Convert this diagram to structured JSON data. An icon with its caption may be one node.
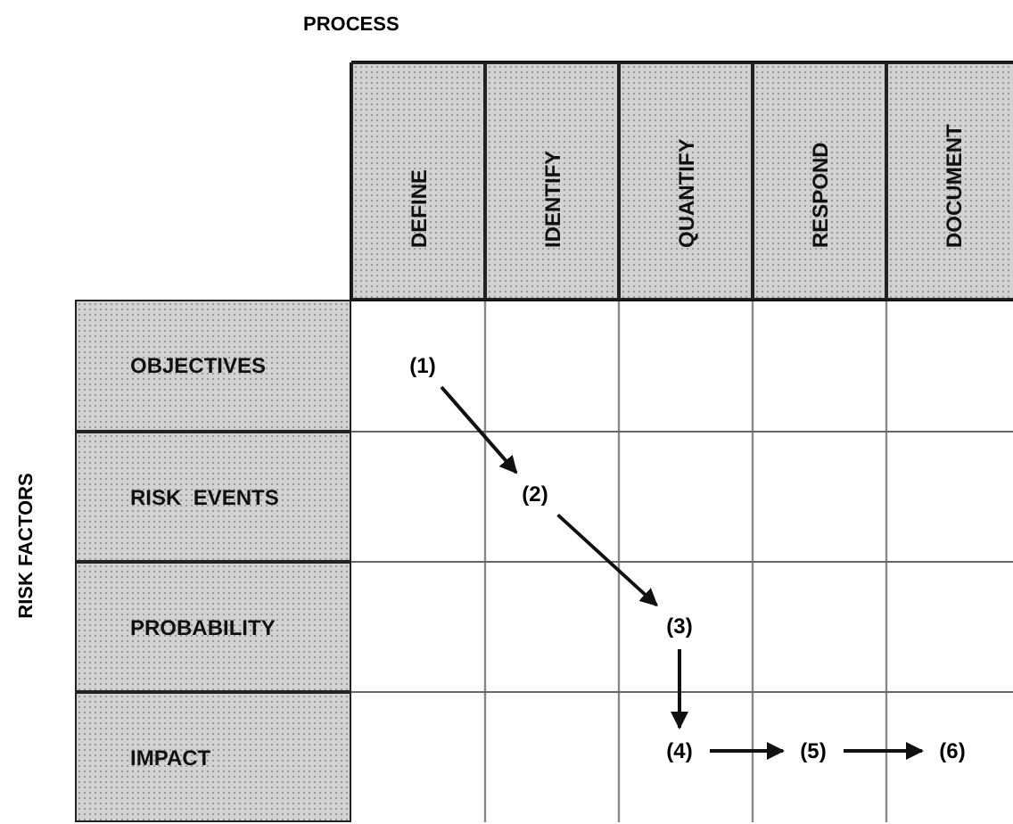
{
  "diagram": {
    "nodes": [
      {
        "text": [
          "DEFINE"
        ]
      },
      {
        "text": [
          "IDENTIFY"
        ]
      },
      {
        "text": [
          "QUANTIFY"
        ]
      },
      {
        "text": [
          "RESPOND"
        ]
      },
      {
        "text": [
          "DOCUMENT"
        ]
      },
      {
        "text": [
          "OBJECTIVES"
        ]
      },
      {
        "text": [
          "RISK  EVENTS"
        ]
      },
      {
        "text": [
          "PROBABILITY"
        ]
      },
      {
        "text": [
          "IMPACT"
        ]
      },
      {
        "text": [
          "(1)"
        ]
      },
      {
        "text": [
          "(2)"
        ]
      },
      {
        "text": [
          "(3)"
        ]
      },
      {
        "text": [
          "(4)"
        ]
      },
      {
        "text": [
          "(5)"
        ]
      },
      {
        "text": [
          "(6)"
        ]
      }
    ],
    "edges": [
      {
        "from": 9,
        "to": 10,
        "arrow": "to"
      },
      {
        "from": 10,
        "to": 11,
        "arrow": "to"
      },
      {
        "from": 11,
        "to": 12,
        "arrow": "to"
      },
      {
        "from": 12,
        "to": 13,
        "arrow": "to"
      },
      {
        "from": 13,
        "to": 14,
        "arrow": "to"
      }
    ],
    "labels": [
      "PROCESS",
      "RISK FACTORS"
    ]
  }
}
